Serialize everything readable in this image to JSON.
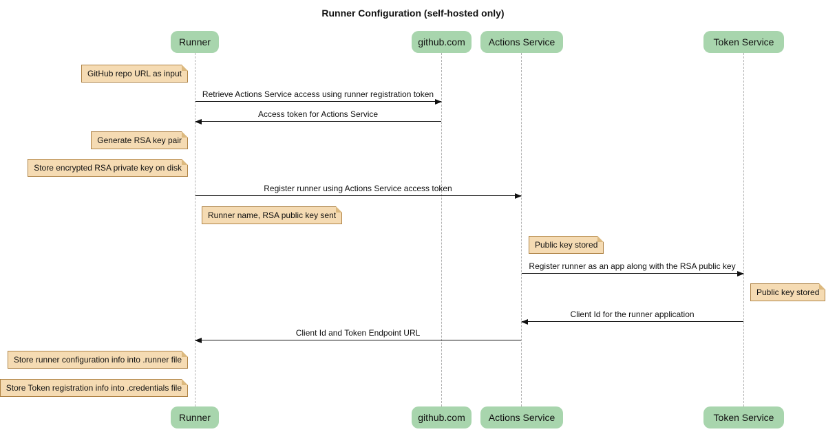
{
  "title": "Runner Configuration (self-hosted only)",
  "diagram_type": "sequence",
  "participants": [
    {
      "id": "runner",
      "label": "Runner"
    },
    {
      "id": "github",
      "label": "github.com"
    },
    {
      "id": "actions-service",
      "label": "Actions Service"
    },
    {
      "id": "token-service",
      "label": "Token Service"
    }
  ],
  "messages": [
    {
      "from": "Runner",
      "to": "github.com",
      "label": "Retrieve Actions Service access using runner registration token"
    },
    {
      "from": "github.com",
      "to": "Runner",
      "label": "Access token for Actions Service"
    },
    {
      "from": "Runner",
      "to": "Actions Service",
      "label": "Register runner using Actions Service access token"
    },
    {
      "from": "Actions Service",
      "to": "Token Service",
      "label": "Register runner as an app along with the RSA public key"
    },
    {
      "from": "Token Service",
      "to": "Actions Service",
      "label": "Client Id for the runner application"
    },
    {
      "from": "Actions Service",
      "to": "Runner",
      "label": "Client Id and Token Endpoint URL"
    }
  ],
  "notes": [
    {
      "attached_to": "Runner",
      "side": "left",
      "label": "GitHub repo URL as input"
    },
    {
      "attached_to": "Runner",
      "side": "left",
      "label": "Generate RSA key pair"
    },
    {
      "attached_to": "Runner",
      "side": "left",
      "label": "Store encrypted RSA private key on disk"
    },
    {
      "attached_to": "Runner",
      "side": "right",
      "label": "Runner name, RSA public key sent"
    },
    {
      "attached_to": "Actions Service",
      "side": "right",
      "label": "Public key stored"
    },
    {
      "attached_to": "Token Service",
      "side": "right",
      "label": "Public key stored"
    },
    {
      "attached_to": "Runner",
      "side": "left",
      "label": "Store runner configuration info into .runner file"
    },
    {
      "attached_to": "Runner",
      "side": "left",
      "label": "Store Token registration info into .credentials file"
    }
  ],
  "colors": {
    "participant_fill": "#a8d5ad",
    "note_fill": "#f5dbb3",
    "note_border": "#ae8244",
    "note_fold": "#dcb97f",
    "lifeline": "#b0b0b0",
    "arrow": "#111111",
    "background": "#ffffff"
  }
}
